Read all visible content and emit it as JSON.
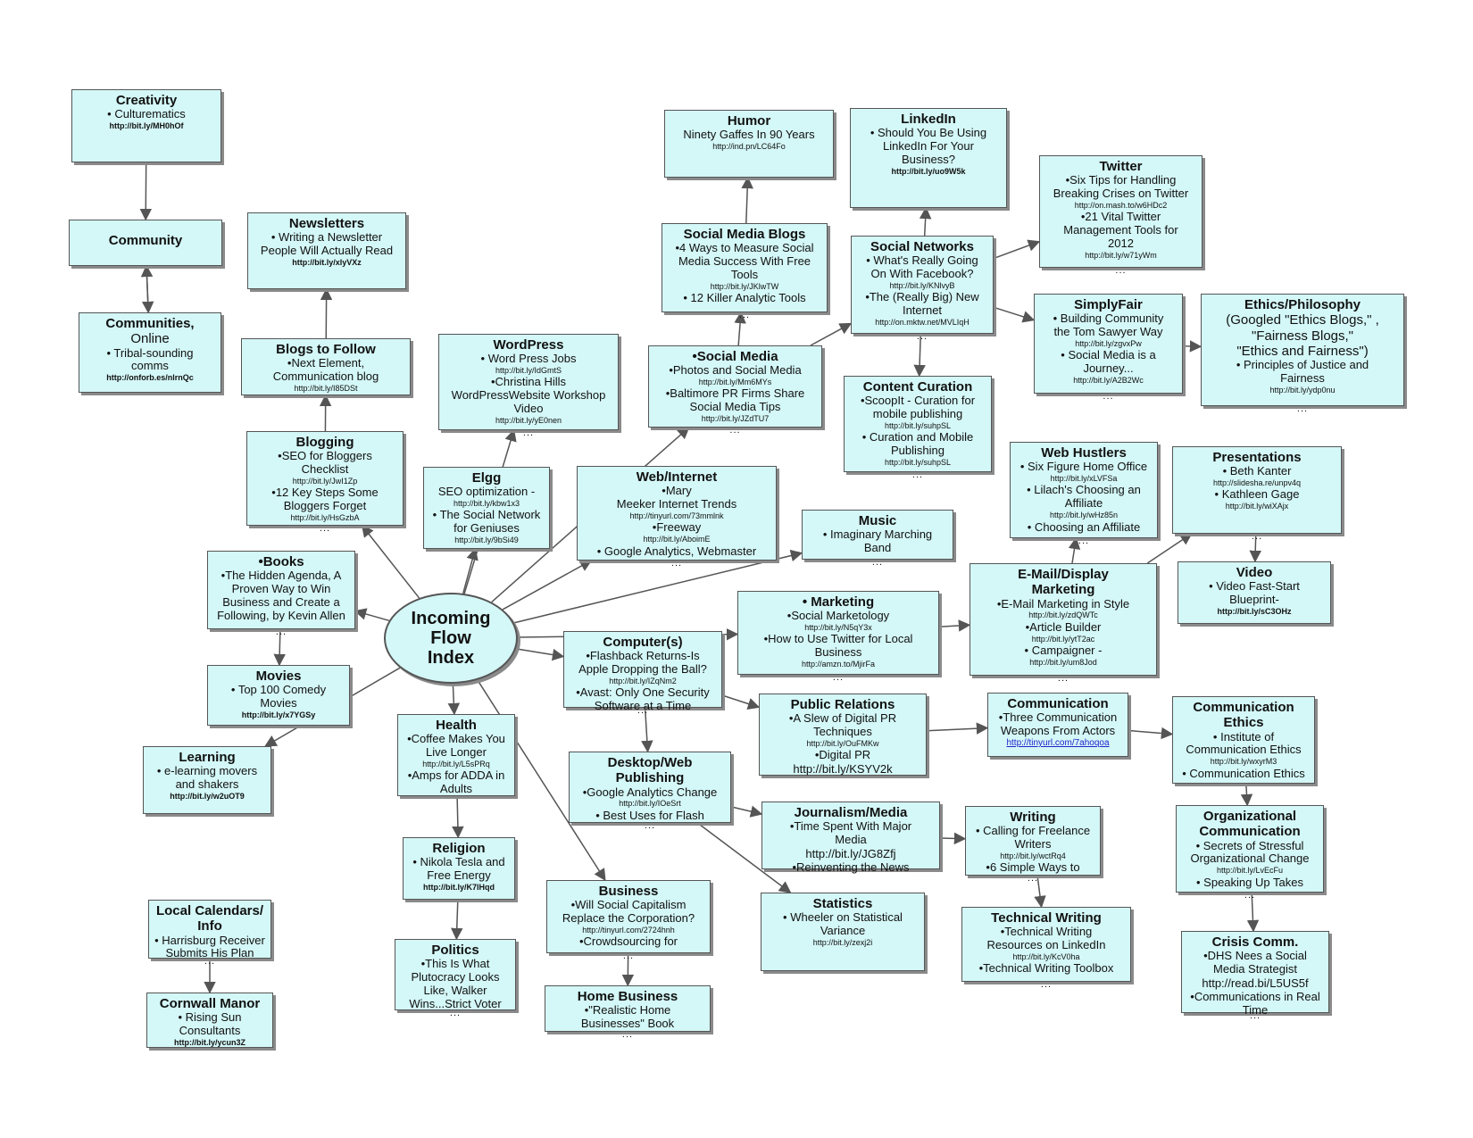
{
  "hub": {
    "label": "Incoming\nFlow\nIndex"
  },
  "nodes": {
    "creativity": {
      "title": "Creativity",
      "lines": [
        {
          "t": "• Culturematics"
        },
        {
          "t": "http://bit.ly/MH0hOf",
          "k": "url b"
        }
      ]
    },
    "community": {
      "title": "Community",
      "lines": []
    },
    "communities": {
      "title": "Communities,",
      "lines": [
        {
          "t": "Online",
          "k": "big"
        },
        {
          "t": "• Tribal-sounding"
        },
        {
          "t": "comms"
        },
        {
          "t": "http://onforb.es/nlrnQc",
          "k": "url b"
        }
      ]
    },
    "newsletters": {
      "title": "Newsletters",
      "lines": [
        {
          "t": "• Writing a Newsletter"
        },
        {
          "t": "People Will Actually Read"
        },
        {
          "t": "http://bit.ly/xlyVXz",
          "k": "url b"
        }
      ]
    },
    "blogsfollow": {
      "title": "Blogs to Follow",
      "lines": [
        {
          "t": "•Next Element,"
        },
        {
          "t": "Communication blog"
        },
        {
          "t": "http://bit.ly/I85DSt",
          "k": "url"
        }
      ]
    },
    "blogging": {
      "title": "Blogging",
      "lines": [
        {
          "t": "•SEO for Bloggers"
        },
        {
          "t": "Checklist"
        },
        {
          "t": "http://bit.ly/JwI1Zp",
          "k": "url"
        },
        {
          "t": "•12 Key Steps Some"
        },
        {
          "t": "Bloggers Forget"
        },
        {
          "t": "http://bit.ly/HsGzbA",
          "k": "url"
        }
      ],
      "more": "..."
    },
    "wordpress": {
      "title": "WordPress",
      "lines": [
        {
          "t": "• Word Press Jobs"
        },
        {
          "t": "http://bit.ly/IdGmtS",
          "k": "url"
        },
        {
          "t": "•Christina Hills"
        },
        {
          "t": "WordPressWebsite Workshop"
        },
        {
          "t": "Video"
        },
        {
          "t": "http://bit.ly/yE0nen",
          "k": "url"
        }
      ],
      "more": "..."
    },
    "humor": {
      "title": "Humor",
      "lines": [
        {
          "t": "Ninety Gaffes In 90 Years"
        },
        {
          "t": "http://ind.pn/LC64Fo",
          "k": "url"
        }
      ]
    },
    "linkedin": {
      "title": "LinkedIn",
      "lines": [
        {
          "t": "• Should You Be Using"
        },
        {
          "t": "LinkedIn For Your"
        },
        {
          "t": "Business?"
        },
        {
          "t": "http://bit.ly/uo9W5k",
          "k": "url b"
        }
      ]
    },
    "twitter": {
      "title": "Twitter",
      "lines": [
        {
          "t": "•Six Tips for Handling"
        },
        {
          "t": "Breaking Crises on Twitter"
        },
        {
          "t": "http://on.mash.to/w6HDc2",
          "k": "url"
        },
        {
          "t": "•21 Vital Twitter"
        },
        {
          "t": "Management Tools for"
        },
        {
          "t": "2012"
        },
        {
          "t": "http://bit.ly/w71yWm",
          "k": "url"
        }
      ],
      "more": "..."
    },
    "smblogs": {
      "title": "Social Media Blogs",
      "lines": [
        {
          "t": "•4 Ways to Measure Social"
        },
        {
          "t": "Media Success With Free"
        },
        {
          "t": "Tools"
        },
        {
          "t": "http://bit.ly/JKlwTW",
          "k": "url"
        },
        {
          "t": "• 12 Killer Analytic Tools"
        }
      ],
      "more": "..."
    },
    "socialnetworks": {
      "title": "Social Networks",
      "lines": [
        {
          "t": "• What's Really Going"
        },
        {
          "t": "On With Facebook?"
        },
        {
          "t": "http://bit.ly/KNlvyB",
          "k": "url"
        },
        {
          "t": "•The (Really Big) New"
        },
        {
          "t": "Internet"
        },
        {
          "t": "http://on.mktw.net/MVLIqH",
          "k": "url"
        }
      ],
      "more": "..."
    },
    "simplyfair": {
      "title": "SimplyFair",
      "lines": [
        {
          "t": "• Building Community"
        },
        {
          "t": "the Tom Sawyer Way"
        },
        {
          "t": "http://bit.ly/zgvxPw",
          "k": "url"
        },
        {
          "t": "• Social Media is a"
        },
        {
          "t": "Journey..."
        },
        {
          "t": "http://bit.ly/A2B2Wc",
          "k": "url"
        }
      ],
      "more": "..."
    },
    "ethicsphil": {
      "title": "Ethics/Philosophy",
      "lines": [
        {
          "t": "(Googled \"Ethics Blogs,\" ,",
          "k": "big2"
        },
        {
          "t": "\"Fairness Blogs,\"",
          "k": "big2"
        },
        {
          "t": "\"Ethics and Fairness\")",
          "k": "big2"
        },
        {
          "t": "• Principles of Justice and"
        },
        {
          "t": "Fairness"
        },
        {
          "t": "http://bit.ly/ydp0nu",
          "k": "url"
        }
      ],
      "more": "..."
    },
    "socialmedia": {
      "title": "•Social Media",
      "lines": [
        {
          "t": "•Photos and Social Media"
        },
        {
          "t": "http://bit.ly/Mm6MYs",
          "k": "url"
        },
        {
          "t": "•Baltimore PR Firms Share"
        },
        {
          "t": "Social Media Tips"
        },
        {
          "t": "http://bit.ly/JZdTU7",
          "k": "url"
        }
      ],
      "more": "..."
    },
    "contentcuration": {
      "title": "Content Curation",
      "lines": [
        {
          "t": "•ScoopIt - Curation for"
        },
        {
          "t": "mobile publishing"
        },
        {
          "t": "http://bit.ly/suhpSL",
          "k": "url"
        },
        {
          "t": "• Curation and Mobile"
        },
        {
          "t": "Publishing"
        },
        {
          "t": "http://bit.ly/suhpSL",
          "k": "url"
        }
      ],
      "more": "..."
    },
    "elgg": {
      "title": "Elgg",
      "lines": [
        {
          "t": "SEO optimization -"
        },
        {
          "t": "http://bit.ly/kbw1x3",
          "k": "url"
        },
        {
          "t": "• The Social Network"
        },
        {
          "t": "for Geniuses"
        },
        {
          "t": "http://bit.ly/9bSi49",
          "k": "url"
        }
      ]
    },
    "webinternet": {
      "title": "Web/Internet",
      "lines": [
        {
          "t": "•Mary"
        },
        {
          "t": "Meeker Internet Trends"
        },
        {
          "t": "http://tinyurl.com/73mmlnk",
          "k": "url"
        },
        {
          "t": "•Freeway"
        },
        {
          "t": "http://bit.ly/AboimE",
          "k": "url"
        },
        {
          "t": "• Google Analytics, Webmaster"
        }
      ],
      "more": "..."
    },
    "webhustlers": {
      "title": "Web Hustlers",
      "lines": [
        {
          "t": "• Six Figure Home Office"
        },
        {
          "t": "http://bit.ly/xLVFSa",
          "k": "url"
        },
        {
          "t": "• Lilach's Choosing an"
        },
        {
          "t": "Affiliate"
        },
        {
          "t": "http://bit.ly/wHz85n",
          "k": "url"
        },
        {
          "t": "• Choosing an Affiliate"
        }
      ],
      "more": "..."
    },
    "presentations": {
      "title": "Presentations",
      "lines": [
        {
          "t": "• Beth Kanter"
        },
        {
          "t": "http://slidesha.re/unpv4q",
          "k": "url"
        },
        {
          "t": "• Kathleen Gage"
        },
        {
          "t": "http://bit.ly/wiXAjx",
          "k": "url"
        }
      ],
      "more": "..."
    },
    "books": {
      "title": "•Books",
      "lines": [
        {
          "t": "•The Hidden Agenda, A"
        },
        {
          "t": "Proven Way to Win"
        },
        {
          "t": "Business and Create a"
        },
        {
          "t": "Following, by Kevin Allen"
        }
      ],
      "more": "..."
    },
    "music": {
      "title": "Music",
      "lines": [
        {
          "t": "• Imaginary Marching"
        },
        {
          "t": "Band"
        }
      ],
      "more": "..."
    },
    "emaildisplay": {
      "title": "E-Mail/Display\nMarketing",
      "lines": [
        {
          "t": "•E-Mail Marketing in Style"
        },
        {
          "t": "http://bit.ly/zdQWTc",
          "k": "url"
        },
        {
          "t": "•Article Builder"
        },
        {
          "t": "http://bit.ly/ytT2ac",
          "k": "url"
        },
        {
          "t": "• Campaigner -"
        },
        {
          "t": "http://bit.ly/um8Jod",
          "k": "url"
        }
      ],
      "more": "..."
    },
    "video": {
      "title": "Video",
      "lines": [
        {
          "t": "• Video Fast-Start"
        },
        {
          "t": "Blueprint-"
        },
        {
          "t": "http://bit.ly/sC3OHz",
          "k": "url b"
        }
      ]
    },
    "marketing": {
      "title": "• Marketing",
      "lines": [
        {
          "t": "•Social Marketology"
        },
        {
          "t": "http://bit.ly/N5qY3x",
          "k": "url"
        },
        {
          "t": "•How to Use Twitter for Local"
        },
        {
          "t": "Business"
        },
        {
          "t": "http://amzn.to/MjirFa",
          "k": "url"
        }
      ],
      "more": "..."
    },
    "computers": {
      "title": "Computer(s)",
      "lines": [
        {
          "t": "•Flashback Returns-Is"
        },
        {
          "t": "Apple Dropping the Ball?"
        },
        {
          "t": "http://bit.ly/IZqNm2",
          "k": "url"
        },
        {
          "t": "•Avast: Only One Security"
        },
        {
          "t": "Software at a Time"
        }
      ],
      "more": "..."
    },
    "movies": {
      "title": "Movies",
      "lines": [
        {
          "t": "• Top 100 Comedy"
        },
        {
          "t": "Movies"
        },
        {
          "t": "http://bit.ly/x7YGSy",
          "k": "url b"
        }
      ]
    },
    "learning": {
      "title": "Learning",
      "lines": [
        {
          "t": "• e-learning movers"
        },
        {
          "t": "and shakers"
        },
        {
          "t": "http://bit.ly/w2uOT9",
          "k": "url b"
        }
      ]
    },
    "health": {
      "title": "Health",
      "lines": [
        {
          "t": "•Coffee Makes You"
        },
        {
          "t": "Live Longer"
        },
        {
          "t": "http://bit.ly/L5sPRq",
          "k": "url"
        },
        {
          "t": "•Amps for ADDA in"
        },
        {
          "t": "Adults"
        }
      ]
    },
    "pr": {
      "title": "Public Relations",
      "lines": [
        {
          "t": "•A Slew of Digital PR"
        },
        {
          "t": "Techniques"
        },
        {
          "t": "http://bit.ly/OuFMKw",
          "k": "url"
        },
        {
          "t": "•Digital PR"
        },
        {
          "t": "http://bit.ly/KSYV2k",
          "k": "url big"
        }
      ]
    },
    "communication": {
      "title": "Communication",
      "lines": [
        {
          "t": "•Three Communication"
        },
        {
          "t": "Weapons From Actors"
        },
        {
          "t": "http://tinyurl.com/7ahoqoa",
          "k": "link"
        }
      ]
    },
    "commethics": {
      "title": "Communication\nEthics",
      "lines": [
        {
          "t": "• Institute of"
        },
        {
          "t": "Communication Ethics"
        },
        {
          "t": "http://bit.ly/wxyrM3",
          "k": "url"
        },
        {
          "t": "• Communication Ethics"
        }
      ]
    },
    "desktoppub": {
      "title": "Desktop/Web\nPublishing",
      "lines": [
        {
          "t": "•Google Analytics Change"
        },
        {
          "t": "http://bit.ly/IOeSrt",
          "k": "url"
        },
        {
          "t": "• Best Uses for Flash"
        }
      ],
      "more": "..."
    },
    "journalism": {
      "title": "Journalism/Media",
      "lines": [
        {
          "t": "•Time Spent With Major"
        },
        {
          "t": "Media"
        },
        {
          "t": "http://bit.ly/JG8Zfj",
          "k": "url big"
        },
        {
          "t": "•Reinventing the News"
        }
      ]
    },
    "writing": {
      "title": "Writing",
      "lines": [
        {
          "t": "• Calling for Freelance"
        },
        {
          "t": "Writers"
        },
        {
          "t": "http://bit.ly/wctRq4",
          "k": "url"
        },
        {
          "t": "•6 Simple Ways to"
        }
      ],
      "more": "..."
    },
    "orgcomm": {
      "title": "Organizational\nCommunication",
      "lines": [
        {
          "t": "• Secrets of Stressful"
        },
        {
          "t": "Organizational Change"
        },
        {
          "t": "http://bit.ly/LvEcFu",
          "k": "url"
        },
        {
          "t": "• Speaking Up Takes"
        }
      ],
      "more": "..."
    },
    "religion": {
      "title": "Religion",
      "lines": [
        {
          "t": "• Nikola Tesla and"
        },
        {
          "t": "Free Energy"
        },
        {
          "t": "http://bit.ly/K7IHqd",
          "k": "url b"
        }
      ]
    },
    "business": {
      "title": "Business",
      "lines": [
        {
          "t": "•Will Social Capitalism"
        },
        {
          "t": "Replace the Corporation?"
        },
        {
          "t": "http://tinyurl.com/2724hnh",
          "k": "url"
        },
        {
          "t": "•Crowdsourcing for"
        }
      ],
      "more": "..."
    },
    "statistics": {
      "title": "Statistics",
      "lines": [
        {
          "t": "• Wheeler on Statistical"
        },
        {
          "t": "Variance"
        },
        {
          "t": "http://bit.ly/zexj2i",
          "k": "url"
        }
      ]
    },
    "techwriting": {
      "title": "Technical Writing",
      "lines": [
        {
          "t": "•Technical Writing"
        },
        {
          "t": "Resources on LinkedIn"
        },
        {
          "t": "http://bit.ly/KcV0ha",
          "k": "url"
        },
        {
          "t": "•Technical Writing Toolbox"
        }
      ],
      "more": "..."
    },
    "crisiscomm": {
      "title": "Crisis Comm.",
      "lines": [
        {
          "t": "•DHS Nees a Social"
        },
        {
          "t": "Media Strategist"
        },
        {
          "t": "http://read.bi/L5US5f",
          "k": "url big"
        },
        {
          "t": "•Communications in Real"
        },
        {
          "t": "Time"
        }
      ],
      "more": "..."
    },
    "localcal": {
      "title": "Local Calendars/\nInfo",
      "lines": [
        {
          "t": "• Harrisburg Receiver"
        },
        {
          "t": "Submits His Plan"
        }
      ],
      "more": "..."
    },
    "politics": {
      "title": "Politics",
      "lines": [
        {
          "t": "•This Is What"
        },
        {
          "t": "Plutocracy Looks"
        },
        {
          "t": "Like, Walker"
        },
        {
          "t": "Wins...Strict Voter"
        }
      ],
      "more": "..."
    },
    "homebusiness": {
      "title": "Home Business",
      "lines": [
        {
          "t": "•\"Realistic Home"
        },
        {
          "t": "Businesses\" Book"
        }
      ],
      "more": "..."
    },
    "cornwall": {
      "title": "Cornwall Manor",
      "lines": [
        {
          "t": "• Rising Sun"
        },
        {
          "t": "Consultants"
        },
        {
          "t": "http://bit.ly/ycun3Z",
          "k": "url b"
        }
      ]
    }
  },
  "edges": [
    [
      "creativity",
      "community"
    ],
    [
      "community",
      "communities"
    ],
    [
      "communities",
      "community"
    ],
    [
      "blogsfollow",
      "newsletters"
    ],
    [
      "blogging",
      "blogsfollow"
    ],
    [
      "hub",
      "blogging"
    ],
    [
      "hub",
      "wordpress"
    ],
    [
      "hub",
      "elgg"
    ],
    [
      "hub",
      "webinternet"
    ],
    [
      "hub",
      "socialmedia"
    ],
    [
      "socialmedia",
      "smblogs"
    ],
    [
      "smblogs",
      "humor"
    ],
    [
      "socialmedia",
      "socialnetworks"
    ],
    [
      "socialnetworks",
      "linkedin"
    ],
    [
      "socialnetworks",
      "twitter"
    ],
    [
      "socialnetworks",
      "simplyfair"
    ],
    [
      "socialnetworks",
      "contentcuration"
    ],
    [
      "simplyfair",
      "ethicsphil"
    ],
    [
      "hub",
      "music"
    ],
    [
      "hub",
      "marketing"
    ],
    [
      "marketing",
      "emaildisplay"
    ],
    [
      "emaildisplay",
      "webhustlers"
    ],
    [
      "emaildisplay",
      "presentations"
    ],
    [
      "presentations",
      "video"
    ],
    [
      "hub",
      "books"
    ],
    [
      "books",
      "movies"
    ],
    [
      "hub",
      "learning"
    ],
    [
      "hub",
      "computers"
    ],
    [
      "computers",
      "pr"
    ],
    [
      "computers",
      "desktoppub"
    ],
    [
      "pr",
      "communication"
    ],
    [
      "communication",
      "commethics"
    ],
    [
      "commethics",
      "orgcomm"
    ],
    [
      "orgcomm",
      "crisiscomm"
    ],
    [
      "desktoppub",
      "journalism"
    ],
    [
      "journalism",
      "writing"
    ],
    [
      "writing",
      "techwriting"
    ],
    [
      "desktoppub",
      "statistics"
    ],
    [
      "hub",
      "health"
    ],
    [
      "health",
      "religion"
    ],
    [
      "religion",
      "politics"
    ],
    [
      "hub",
      "business"
    ],
    [
      "business",
      "homebusiness"
    ],
    [
      "localcal",
      "cornwall"
    ]
  ]
}
